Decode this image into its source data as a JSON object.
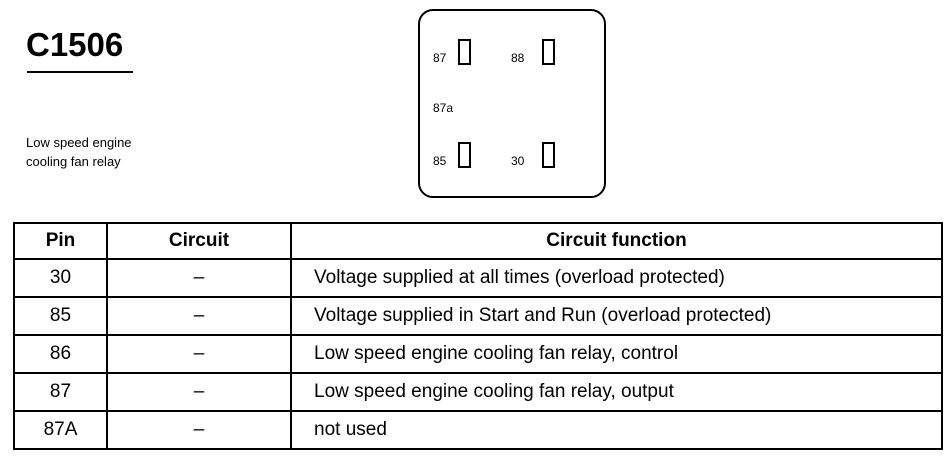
{
  "connector": {
    "id": "C1506",
    "description_lines": [
      "Low speed engine",
      "cooling fan relay"
    ]
  },
  "relay_diagram": {
    "pins": [
      {
        "label": "87"
      },
      {
        "label": "88"
      },
      {
        "label": "87a"
      },
      {
        "label": "85"
      },
      {
        "label": "30"
      }
    ]
  },
  "pin_table": {
    "headers": [
      "Pin",
      "Circuit",
      "Circuit function"
    ],
    "rows": [
      {
        "pin": "30",
        "circuit": "–",
        "function": "Voltage supplied at all times (overload protected)"
      },
      {
        "pin": "85",
        "circuit": "–",
        "function": "Voltage supplied in Start and Run (overload protected)"
      },
      {
        "pin": "86",
        "circuit": "–",
        "function": "Low speed engine cooling fan relay, control"
      },
      {
        "pin": "87",
        "circuit": "–",
        "function": "Low speed engine cooling fan relay, output"
      },
      {
        "pin": "87A",
        "circuit": "–",
        "function": "not used"
      }
    ]
  }
}
